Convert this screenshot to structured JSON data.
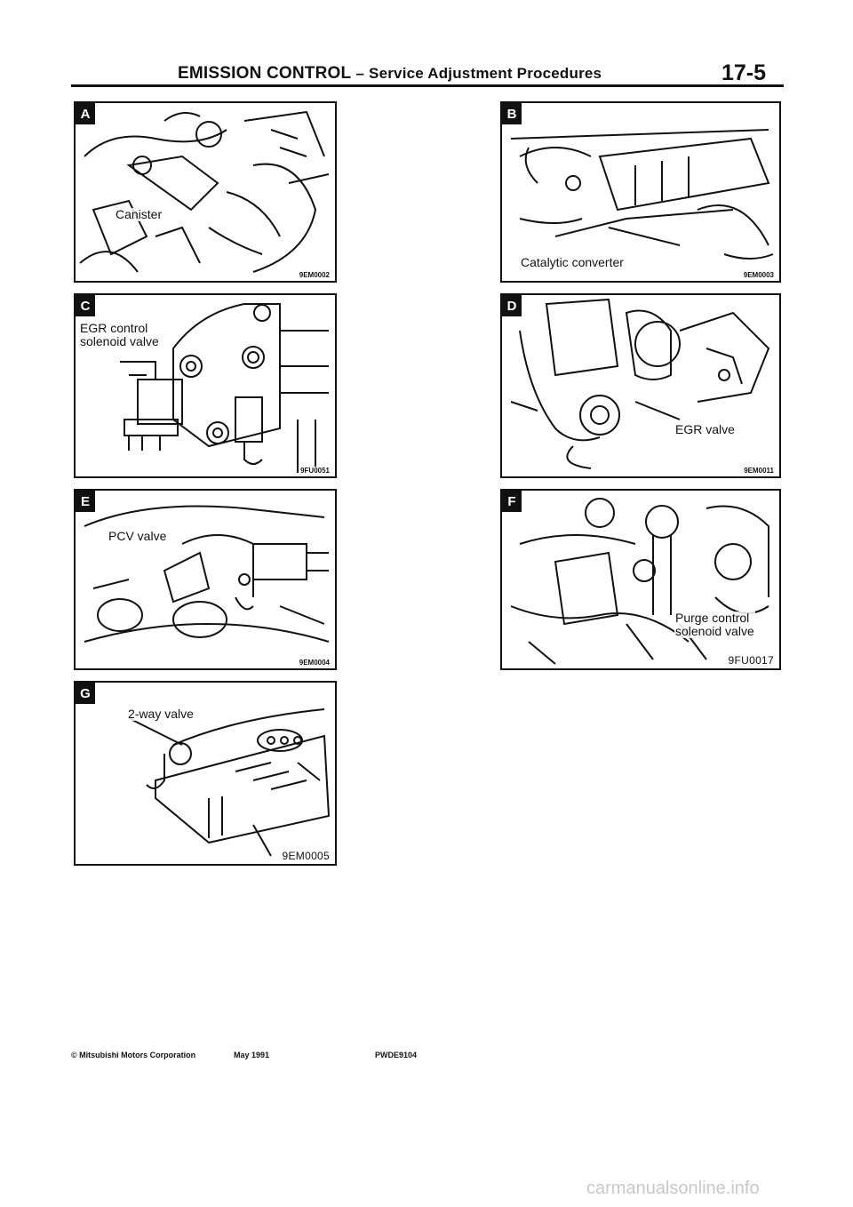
{
  "header": {
    "title": "EMISSION CONTROL",
    "subtitle": "– Service Adjustment Procedures",
    "page_number": "17-5"
  },
  "panels": {
    "a": {
      "badge": "A",
      "label": "Canister",
      "code": "9EM0002"
    },
    "b": {
      "badge": "B",
      "label": "Catalytic converter",
      "code": "9EM0003"
    },
    "c": {
      "badge": "C",
      "label": "EGR control\nsolenoid valve",
      "code": "9FU0051"
    },
    "d": {
      "badge": "D",
      "label": "EGR valve",
      "code": "9EM0011"
    },
    "e": {
      "badge": "E",
      "label": "PCV valve",
      "code": "9EM0004"
    },
    "f": {
      "badge": "F",
      "label": "Purge control\nsolenoid valve",
      "code": "9FU0017"
    },
    "g": {
      "badge": "G",
      "label": "2-way valve",
      "code": "9EM0005"
    }
  },
  "footer": {
    "copyright": "© Mitsubishi Motors Corporation",
    "date": "May 1991",
    "doc_code": "PWDE9104"
  },
  "watermark": "carmanualsonline.info"
}
